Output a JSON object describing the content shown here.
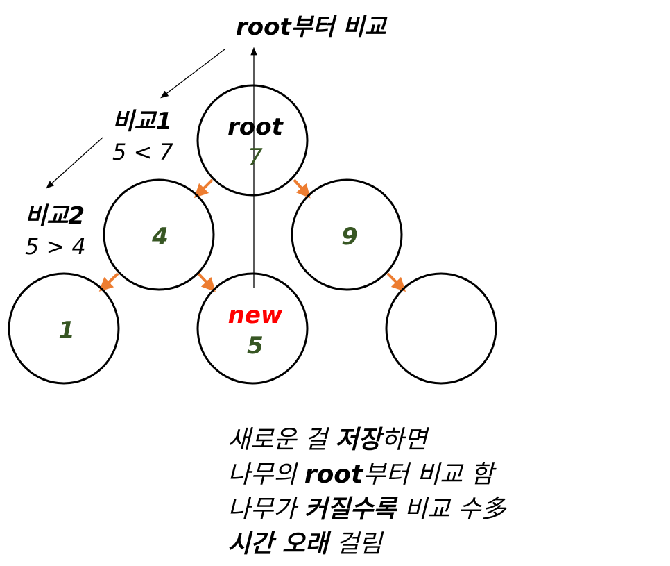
{
  "title": {
    "bold": "root부터 비교"
  },
  "nodes": {
    "root": {
      "label": "root",
      "value": "7"
    },
    "left": {
      "value": "4"
    },
    "right": {
      "value": "9"
    },
    "left_left": {
      "value": "1"
    },
    "new_node": {
      "label": "new",
      "value": "5"
    },
    "right_right": {
      "value": ""
    }
  },
  "comparisons": {
    "first": {
      "title": "비교1",
      "expr": "5 < 7"
    },
    "second": {
      "title": "비교2",
      "expr": "5 > 4"
    }
  },
  "description": {
    "line1": {
      "a": "새로운 걸 ",
      "b": "저장",
      "c": "하면"
    },
    "line2": {
      "a": "나무의 ",
      "b": "root",
      "c": "부터 비교 함"
    },
    "line3": {
      "a": "나무가 ",
      "b": "커질수록",
      "c": " 비교 수多"
    },
    "line4": {
      "a": "시간 오래",
      "b": " 걸림"
    }
  },
  "colors": {
    "node_value": "#375623",
    "new_label": "#ff0000",
    "edge_arrow": "#ed7d31",
    "outline": "#000000"
  }
}
